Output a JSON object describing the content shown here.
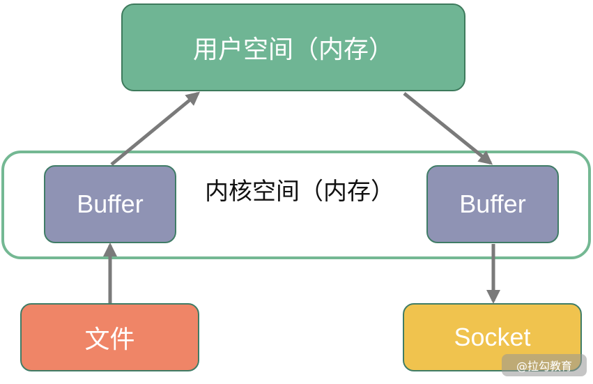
{
  "nodes": {
    "user_space": "用户空间（内存）",
    "kernel_space": "内核空间（内存）",
    "buffer_left": "Buffer",
    "buffer_right": "Buffer",
    "file": "文件",
    "socket": "Socket"
  },
  "watermark": "@拉勾教育",
  "colors": {
    "user_space_fill": "#6fb594",
    "kernel_space_border": "#74b893",
    "buffer_fill": "#8f93b4",
    "file_fill": "#ef8567",
    "socket_fill": "#f0c34e",
    "arrow": "#7a7a7a"
  },
  "edges": [
    {
      "from": "file",
      "to": "buffer_left"
    },
    {
      "from": "buffer_left",
      "to": "user_space"
    },
    {
      "from": "user_space",
      "to": "buffer_right"
    },
    {
      "from": "buffer_right",
      "to": "socket"
    }
  ]
}
